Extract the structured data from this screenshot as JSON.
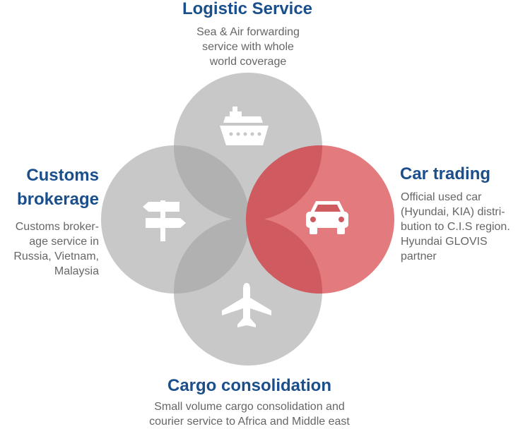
{
  "services": {
    "logistic": {
      "title": "Logistic Service",
      "lines": [
        "Sea & Air forwarding",
        "service with whole",
        "world coverage"
      ],
      "icon": "ship-icon"
    },
    "customs": {
      "title_lines": [
        "Customs",
        "brokerage"
      ],
      "lines": [
        "Customs broker-",
        "age service in",
        "Russia, Vietnam,",
        "Malaysia"
      ],
      "icon": "signpost-icon"
    },
    "car": {
      "title": "Car trading",
      "lines": [
        "Official used car",
        "(Hyundai, KIA) distri-",
        "bution to C.I.S region.",
        "Hyundai GLOVIS",
        "partner"
      ],
      "icon": "car-icon"
    },
    "cargo": {
      "title": "Cargo consolidation",
      "lines": [
        "Small volume cargo consolidation and",
        "courier service to Africa and Middle east"
      ],
      "icon": "airplane-icon"
    }
  },
  "colors": {
    "circle_gray": "#c8c8c8",
    "overlap_gray": "#b1b1b1",
    "circle_red": "#e37a7d",
    "overlap_red": "#cf5b60",
    "title_blue": "#1a4f8b",
    "text_gray": "#666666",
    "icon": "#ffffff"
  }
}
